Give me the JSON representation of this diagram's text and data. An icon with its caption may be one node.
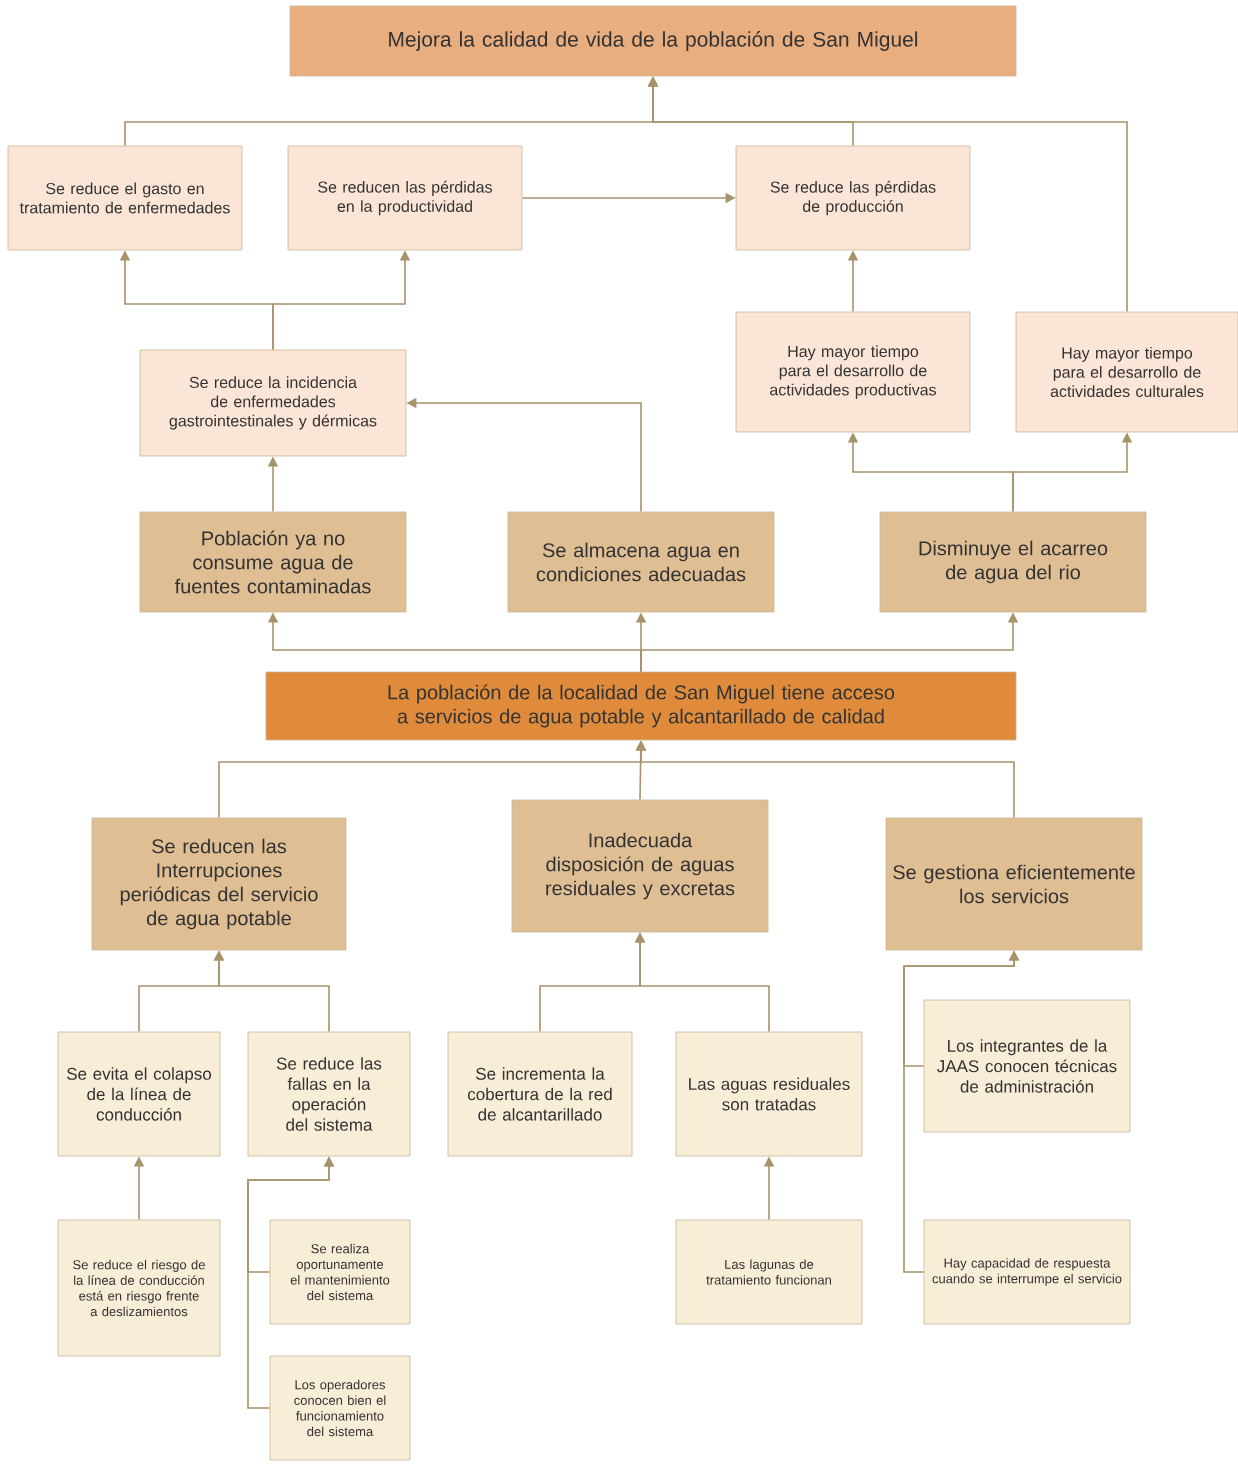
{
  "diagram": {
    "nodes": [
      {
        "text": [
          "Mejora la calidad de vida de la población de San Miguel"
        ]
      },
      {
        "text": [
          "Se reduce el gasto en tratamiento de enfermedades"
        ]
      },
      {
        "text": [
          "Se reducen las pérdidas en la productividad"
        ]
      },
      {
        "text": [
          "Se reduce las pérdidas de producción"
        ]
      },
      {
        "text": [
          "Se reduce la incidencia de enfermedades gastrointestinales y dérmicas"
        ]
      },
      {
        "text": [
          "Hay mayor tiempo para el desarrollo de actividades productivas"
        ]
      },
      {
        "text": [
          "Hay mayor tiempo para el desarrollo de actividades culturales"
        ]
      },
      {
        "text": [
          "Población ya no consume agua de fuentes contaminadas"
        ]
      },
      {
        "text": [
          "Se almacena agua en condiciones adecuadas"
        ]
      },
      {
        "text": [
          "Disminuye el acarreo de agua del rio"
        ]
      },
      {
        "text": [
          "La población de la localidad de San Miguel tiene acceso a servicios de agua potable y alcantarillado de calidad"
        ]
      },
      {
        "text": [
          "Se reducen las Interrupciones periódicas del servicio de agua potable"
        ]
      },
      {
        "text": [
          "Inadecuada disposición de aguas residuales y excretas"
        ]
      },
      {
        "text": [
          "Se gestiona eficientemente los servicios"
        ]
      },
      {
        "text": [
          "Se evita el colapso de la línea de conducción"
        ]
      },
      {
        "text": [
          "Se reduce las fallas en la operación del sistema"
        ]
      },
      {
        "text": [
          "Se incrementa la cobertura de la red de alcantarillado"
        ]
      },
      {
        "text": [
          "Las aguas residuales son tratadas"
        ]
      },
      {
        "text": [
          "Los integrantes de la JAAS conocen técnicas de administración"
        ]
      },
      {
        "text": [
          "Se reduce el riesgo de la línea de conducción está en riesgo frente a deslizamientos"
        ]
      },
      {
        "text": [
          "Se realiza oportunamente el mantenimiento del sistema"
        ]
      },
      {
        "text": [
          "Los operadores conocen bien el funcionamiento del sistema"
        ]
      },
      {
        "text": [
          "Las lagunas de tratamiento funcionan"
        ]
      },
      {
        "text": [
          "Hay capacidad de respuesta cuando se interrumpe el servicio"
        ]
      }
    ],
    "edges": [
      {
        "from": 1,
        "to": 0,
        "arrow": "to"
      },
      {
        "from": 3,
        "to": 0,
        "arrow": "to"
      },
      {
        "from": 6,
        "to": 0,
        "arrow": "to"
      },
      {
        "from": 2,
        "to": 3,
        "arrow": "to"
      },
      {
        "from": 4,
        "to": 1,
        "arrow": "to"
      },
      {
        "from": 4,
        "to": 2,
        "arrow": "to"
      },
      {
        "from": 5,
        "to": 3,
        "arrow": "to"
      },
      {
        "from": 7,
        "to": 4,
        "arrow": "to"
      },
      {
        "from": 8,
        "to": 4,
        "arrow": "to"
      },
      {
        "from": 9,
        "to": 5,
        "arrow": "to"
      },
      {
        "from": 9,
        "to": 6,
        "arrow": "to"
      },
      {
        "from": 10,
        "to": 7,
        "arrow": "to"
      },
      {
        "from": 10,
        "to": 8,
        "arrow": "to"
      },
      {
        "from": 10,
        "to": 9,
        "arrow": "to"
      },
      {
        "from": 11,
        "to": 10,
        "arrow": "to"
      },
      {
        "from": 12,
        "to": 10,
        "arrow": "to"
      },
      {
        "from": 13,
        "to": 10,
        "arrow": "to"
      },
      {
        "from": 14,
        "to": 11,
        "arrow": "to"
      },
      {
        "from": 15,
        "to": 11,
        "arrow": "to"
      },
      {
        "from": 16,
        "to": 12,
        "arrow": "to"
      },
      {
        "from": 17,
        "to": 12,
        "arrow": "to"
      },
      {
        "from": 18,
        "to": 13,
        "arrow": "to"
      },
      {
        "from": 23,
        "to": 13,
        "arrow": "to"
      },
      {
        "from": 19,
        "to": 14,
        "arrow": "to"
      },
      {
        "from": 20,
        "to": 15,
        "arrow": "to"
      },
      {
        "from": 21,
        "to": 15,
        "arrow": "to"
      },
      {
        "from": 22,
        "to": 17,
        "arrow": "to"
      }
    ]
  }
}
